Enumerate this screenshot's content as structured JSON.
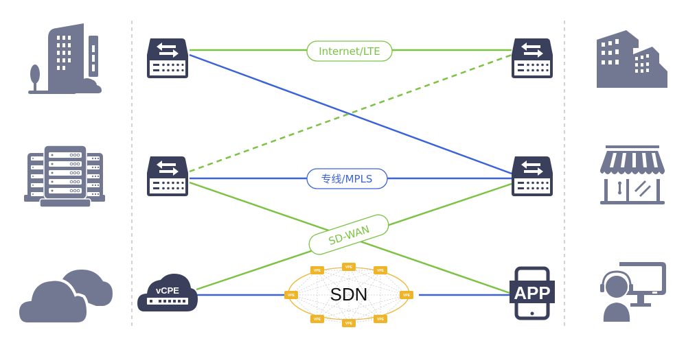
{
  "colors": {
    "green": "#7cc243",
    "blue": "#3a62d9",
    "device": "#3a3f5c",
    "icon": "#727892",
    "vpe": "#f0b429",
    "divider": "#b5b5b5"
  },
  "left_icons": [
    {
      "name": "office-building-tree-icon"
    },
    {
      "name": "data-center-server-icon"
    },
    {
      "name": "cloud-icon"
    }
  ],
  "right_icons": [
    {
      "name": "branch-buildings-icon"
    },
    {
      "name": "retail-store-icon"
    },
    {
      "name": "remote-worker-icon"
    }
  ],
  "devices": {
    "left_router_top": {
      "name": "router-icon"
    },
    "left_router_mid": {
      "name": "router-icon"
    },
    "vcpe": {
      "label": "vCPE"
    },
    "right_router_top": {
      "name": "router-icon"
    },
    "right_router_mid": {
      "name": "router-icon"
    },
    "app": {
      "label": "APP"
    }
  },
  "links": {
    "internet_lte": {
      "label": "Internet/LTE"
    },
    "mpls": {
      "label": "专线/MPLS"
    },
    "sdwan": {
      "label": "SD-WAN"
    },
    "sdn": {
      "label": "SDN",
      "node_label": "VPE",
      "node_count": 8
    }
  }
}
